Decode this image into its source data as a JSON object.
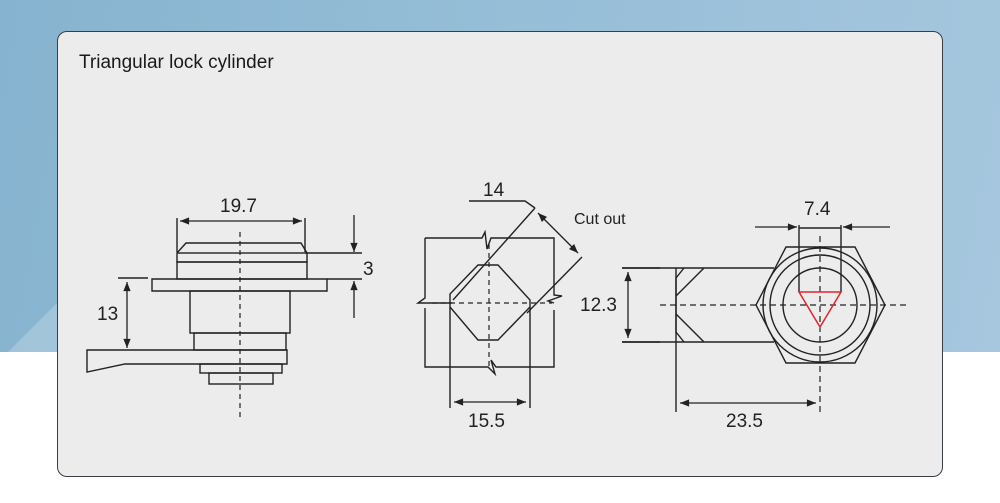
{
  "card": {
    "title": "Triangular lock cylinder"
  },
  "views": {
    "side": {
      "width_label": "19.7",
      "head_height_label": "3",
      "cam_offset_label": "13"
    },
    "cutout": {
      "diagonal_label": "14",
      "note": "Cut out",
      "width_label": "15.5"
    },
    "front": {
      "key_width_label": "7.4",
      "cam_height_label": "12.3",
      "cam_length_label": "23.5"
    }
  },
  "colors": {
    "background_blue": "#93bcd6",
    "card_fill": "#ececec",
    "line": "#222222",
    "keyway_triangle": "#e0262b"
  }
}
